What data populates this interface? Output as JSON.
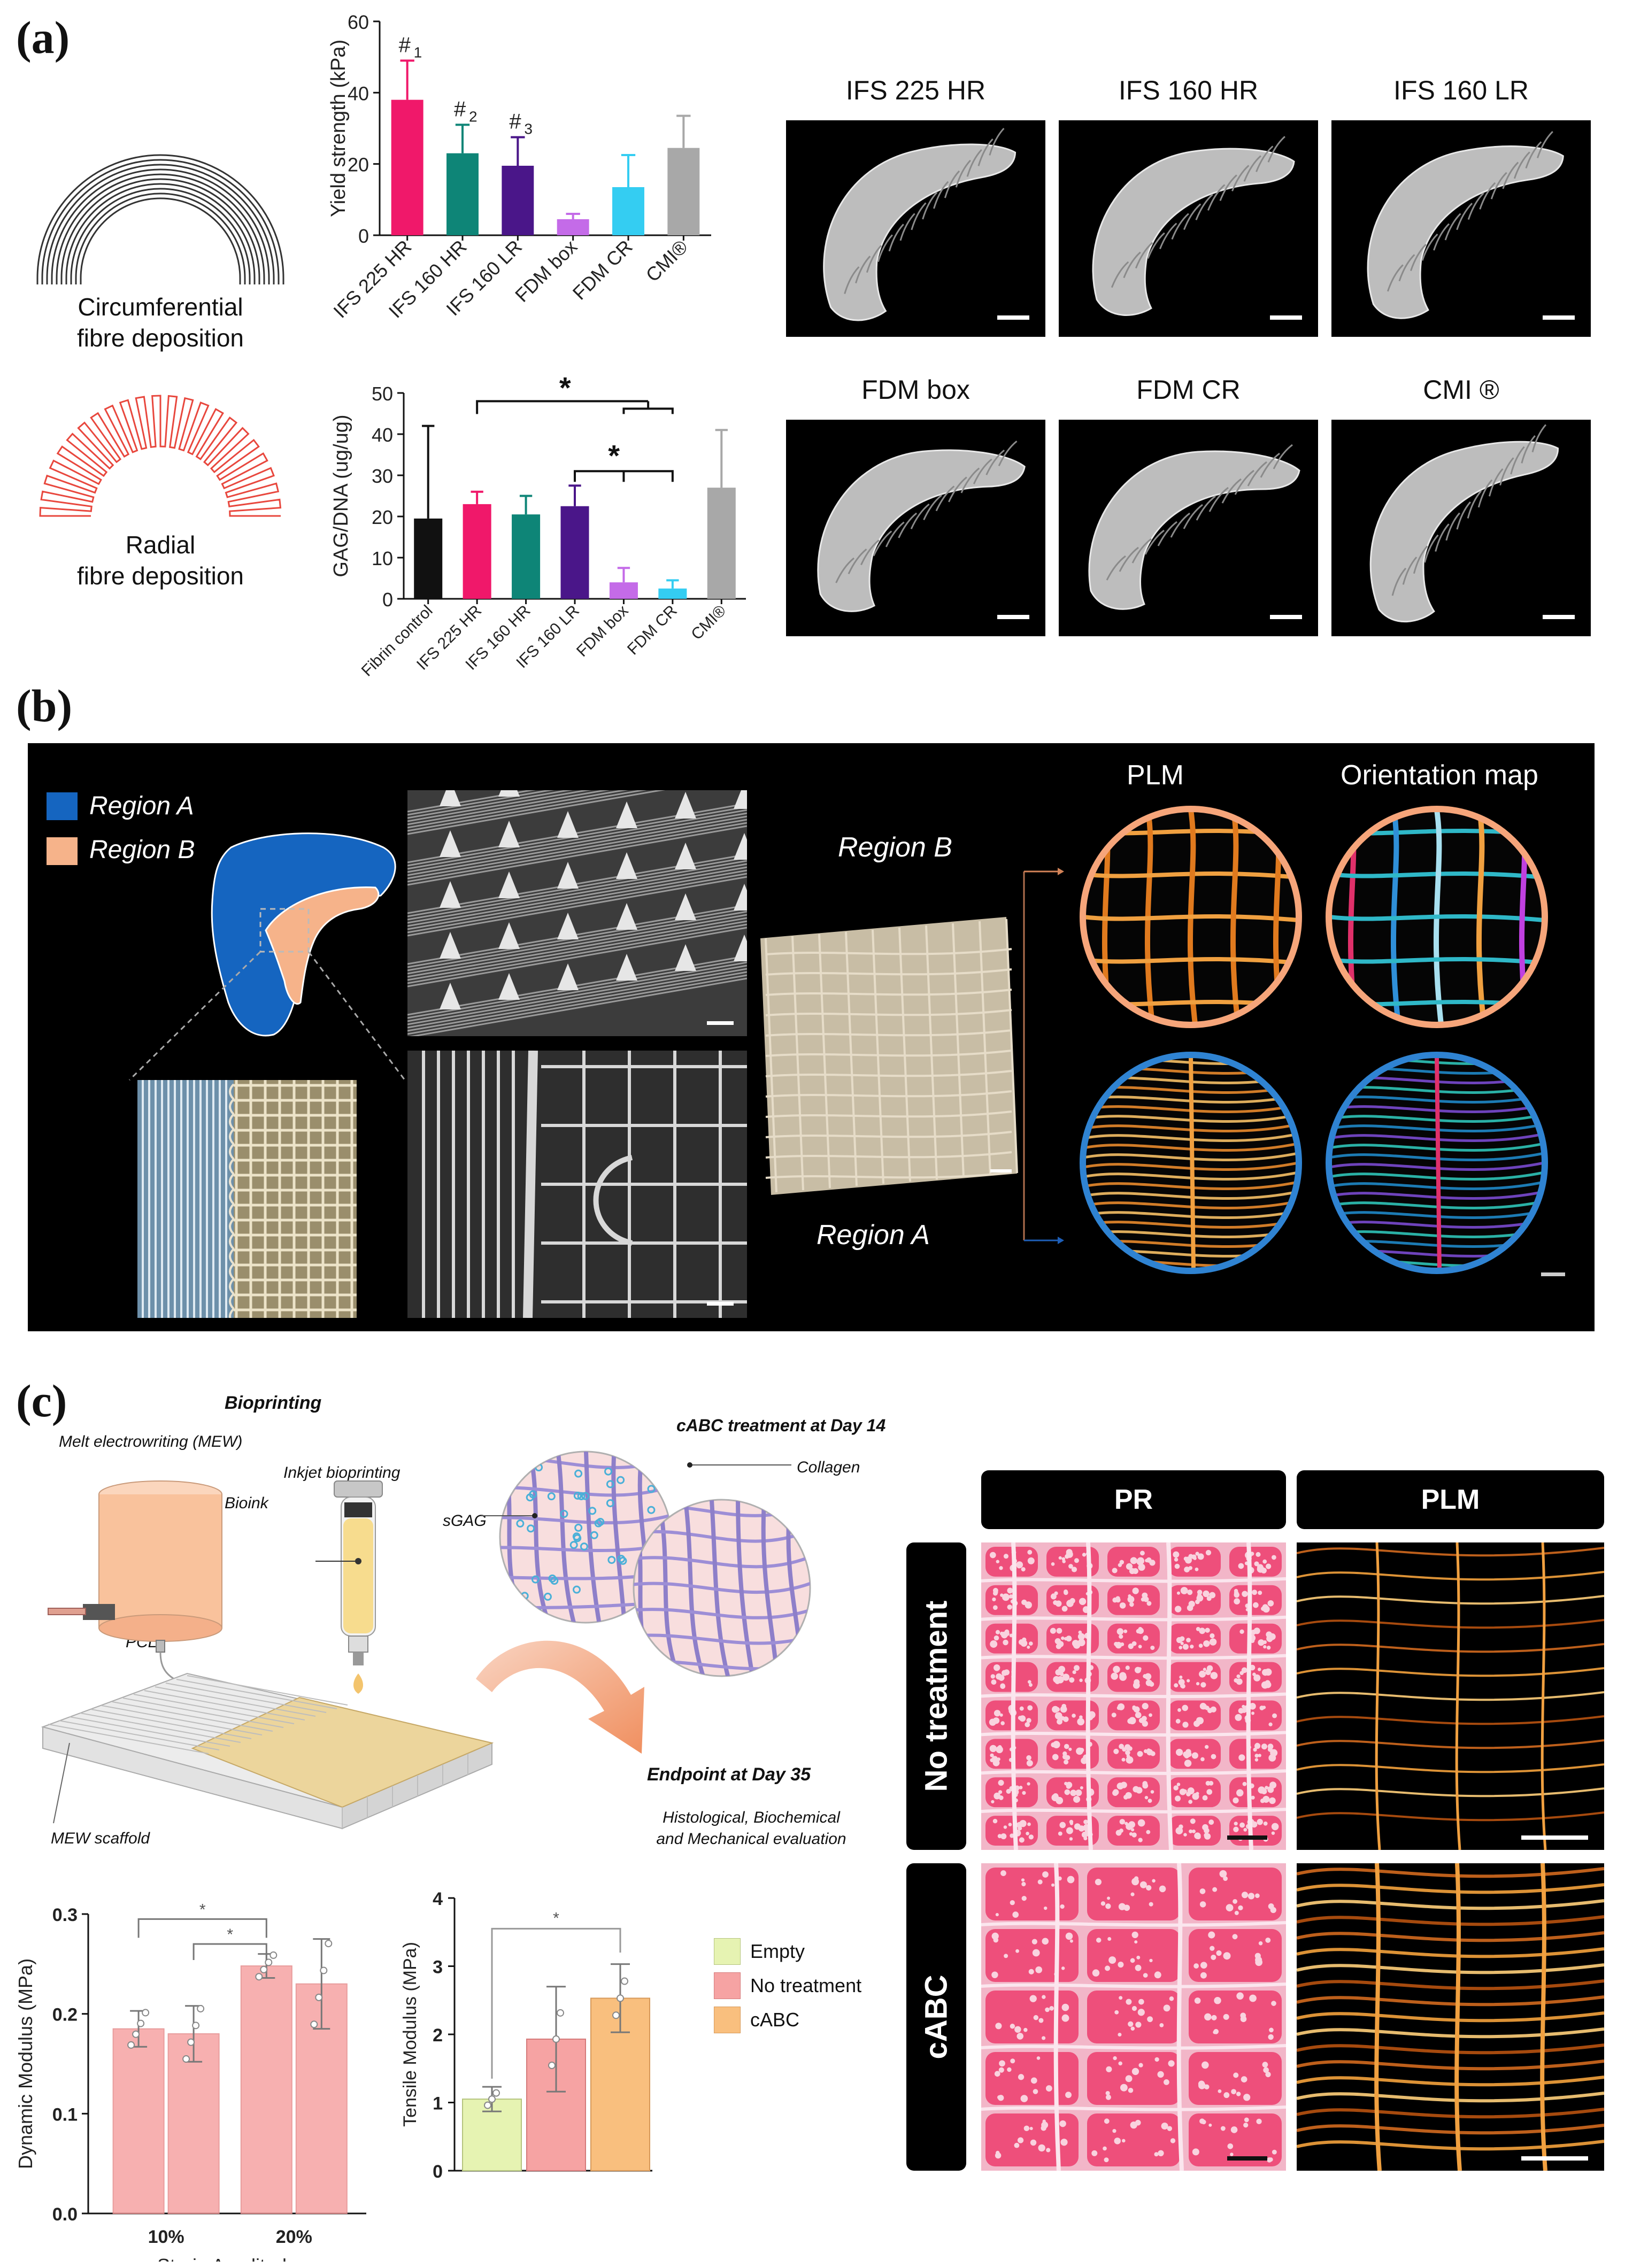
{
  "panel_a": {
    "label": "(a)",
    "circumferential_label_1": "Circumferential",
    "circumferential_label_2": "fibre deposition",
    "radial_label_1": "Radial",
    "radial_label_2": "fibre deposition",
    "micro_titles": [
      "IFS 225 HR",
      "IFS 160 HR",
      "IFS 160 LR",
      "FDM box",
      "FDM CR",
      "CMI ®"
    ]
  },
  "panel_b": {
    "label": "(b)",
    "legend_region_a": "Region A",
    "legend_region_b": "Region B",
    "region_b_label": "Region B",
    "region_a_label": "Region A",
    "col_plm": "PLM",
    "col_orientation": "Orientation map"
  },
  "panel_c": {
    "label": "(c)",
    "bioprinting": "Bioprinting",
    "mew_label": "Melt electrowriting (MEW)",
    "inkjet_label": "Inkjet bioprinting",
    "bioink": "Bioink",
    "pcl": "PCL",
    "mew_scaffold": "MEW scaffold",
    "cabc_treatment": "cABC treatment at Day 14",
    "collagen": "Collagen",
    "sgag": "sGAG",
    "endpoint": "Endpoint at Day 35",
    "evaluation_1": "Histological, Biochemical",
    "evaluation_2": "and Mechanical evaluation",
    "header_pr": "PR",
    "header_plm": "PLM",
    "row_no_treatment": "No treatment",
    "row_cabc": "cABC",
    "legend": [
      "Empty",
      "No treatment",
      "cABC"
    ]
  },
  "colors": {
    "ifs225": "#f0186a",
    "ifs160hr": "#0e8577",
    "ifs160lr": "#4a1689",
    "fdmbox": "#c46be8",
    "fdmcr": "#34cdf2",
    "cmi": "#a8a8a8",
    "fibrin": "#111111",
    "empty": "#e6f3b2",
    "notreat": "#f6a3a3",
    "cabc": "#f9bf7e",
    "region_a": "#1565c0",
    "region_b": "#f6b38a"
  },
  "chart_data": [
    {
      "type": "bar",
      "id": "yield",
      "ylabel": "Yield strength (kPa)",
      "ylim": [
        0,
        60
      ],
      "yticks": [
        0,
        20,
        40,
        60
      ],
      "categories": [
        "IFS 225 HR",
        "IFS 160 HR",
        "IFS 160 LR",
        "FDM box",
        "FDM CR",
        "CMI®"
      ],
      "values": [
        38,
        23,
        19.5,
        4.5,
        13.5,
        24.5
      ],
      "errors": [
        11,
        8,
        8,
        1.5,
        9,
        9
      ],
      "annotations": [
        {
          "index": 0,
          "text": "#",
          "sub": "1"
        },
        {
          "index": 1,
          "text": "#",
          "sub": "2"
        },
        {
          "index": 2,
          "text": "#",
          "sub": "3"
        }
      ]
    },
    {
      "type": "bar",
      "id": "gag",
      "ylabel": "GAG/DNA (ug/ug)",
      "ylim": [
        0,
        50
      ],
      "yticks": [
        0,
        10,
        20,
        30,
        40,
        50
      ],
      "categories": [
        "Fibrin control",
        "IFS 225 HR",
        "IFS 160 HR",
        "IFS 160 LR",
        "FDM box",
        "FDM CR",
        "CMI®"
      ],
      "values": [
        19.5,
        23,
        20.5,
        22.5,
        4,
        2.5,
        27
      ],
      "errors": [
        22.5,
        3,
        4.5,
        5,
        3.5,
        2,
        14
      ],
      "significance": [
        "*",
        "*"
      ]
    },
    {
      "type": "bar",
      "id": "dynamic",
      "ylabel": "Dynamic Modulus (MPa)",
      "xlabel": "Strain Amplitude",
      "ylim": [
        0,
        0.3
      ],
      "yticks": [
        "0.0",
        "0.1",
        "0.2",
        "0.3"
      ],
      "categories": [
        "10%",
        "20%"
      ],
      "series": [
        {
          "name": "No treatment",
          "values": [
            0.185,
            0.248
          ],
          "errors": [
            0.018,
            0.012
          ]
        },
        {
          "name": "cABC",
          "values": [
            0.18,
            0.23
          ],
          "errors": [
            0.028,
            0.045
          ]
        }
      ],
      "significance": [
        "*",
        "*"
      ]
    },
    {
      "type": "bar",
      "id": "tensile",
      "ylabel": "Tensile Modulus (MPa)",
      "ylim": [
        0,
        4
      ],
      "yticks": [
        0,
        1,
        2,
        3,
        4
      ],
      "categories": [
        "Empty",
        "No treatment",
        "cABC"
      ],
      "values": [
        1.05,
        1.93,
        2.53
      ],
      "errors": [
        0.18,
        0.77,
        0.5
      ],
      "significance": [
        "*"
      ]
    }
  ]
}
